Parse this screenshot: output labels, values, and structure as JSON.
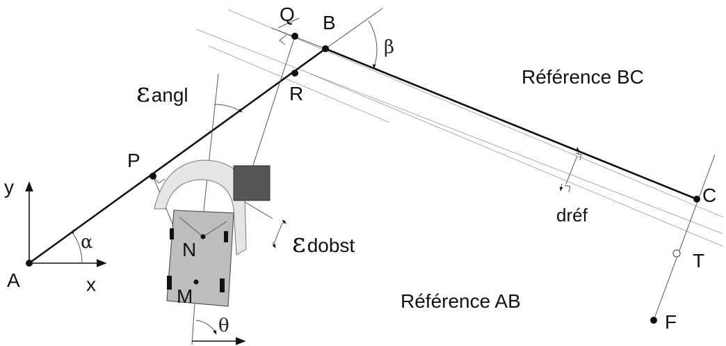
{
  "points": {
    "A": "A",
    "B": "B",
    "C": "C",
    "P": "P",
    "Q": "Q",
    "R": "R",
    "N": "N",
    "M": "M",
    "T": "T",
    "F": "F"
  },
  "axes": {
    "x": "x",
    "y": "y"
  },
  "angles": {
    "alpha": "α",
    "beta": "β",
    "theta": "θ"
  },
  "errors": {
    "angular": {
      "symbol": "ε",
      "subscript": "angl"
    },
    "obstacle": {
      "symbol": "ε",
      "subscript": "dobst"
    }
  },
  "distance_label": "dréf",
  "references": {
    "bc": "Référence BC",
    "ab": "Référence AB"
  },
  "colors": {
    "path": "#111111",
    "robot_body": "#bdbdbd",
    "obstacle": "#555555",
    "sensor_zone": "#e6e6e6"
  }
}
